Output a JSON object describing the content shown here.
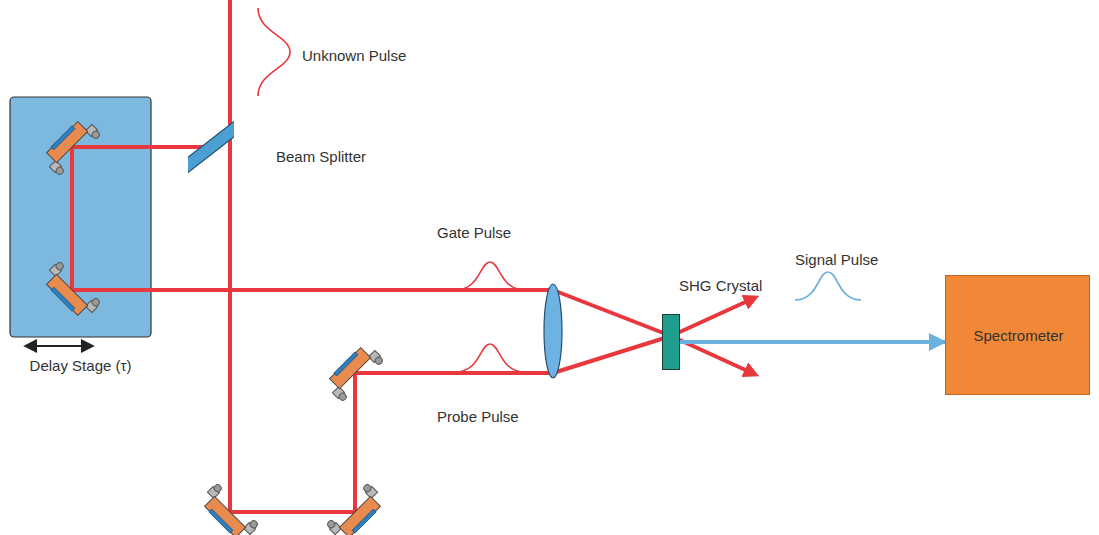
{
  "diagram": {
    "nodes": [
      {
        "text": [
          "Delay Stage (τ)"
        ]
      },
      {
        "text": [
          "Beam Splitter"
        ]
      },
      {
        "text": [
          "SHG Crystal"
        ]
      },
      {
        "text": [
          "Spectrometer"
        ]
      }
    ],
    "edges": [
      {
        "from": 2,
        "to": 3,
        "arrow": "to"
      }
    ],
    "labels": [
      "Unknown Pulse",
      "Gate Pulse",
      "Probe Pulse",
      "Signal Pulse"
    ]
  }
}
